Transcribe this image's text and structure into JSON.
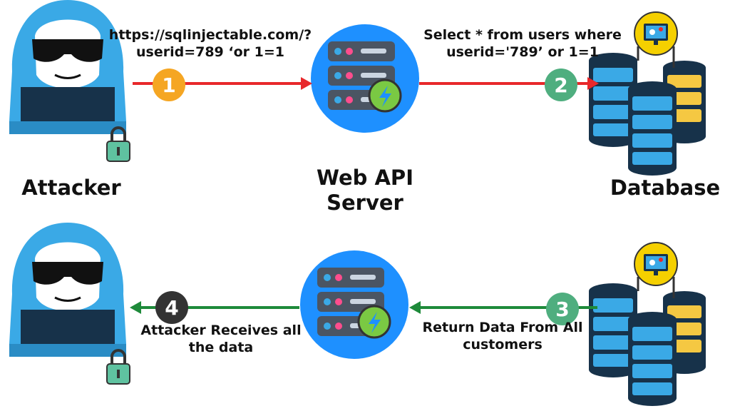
{
  "request": {
    "step_number": "1",
    "url_line1": "https://sqlinjectable.com/?",
    "url_line2": "userid=789 ‘or 1=1"
  },
  "query": {
    "step_number": "2",
    "line1": "Select * from users where",
    "line2": "userid='789’ or 1=1"
  },
  "response": {
    "step_number": "3",
    "line1": "Return Data From All",
    "line2": "customers"
  },
  "result": {
    "step_number": "4",
    "line1": "Attacker Receives all",
    "line2": "the data"
  },
  "labels": {
    "attacker": "Attacker",
    "server_line1": "Web API",
    "server_line2": "Server",
    "database": "Database"
  },
  "colors": {
    "request_arrow": "#e8282b",
    "response_arrow": "#1e8a3a",
    "step1": "#f5a623",
    "step2": "#4fae7f",
    "step3": "#4fae7f",
    "step4": "#333333",
    "hood": "#3aa9e6",
    "server_circle": "#1e90ff"
  }
}
